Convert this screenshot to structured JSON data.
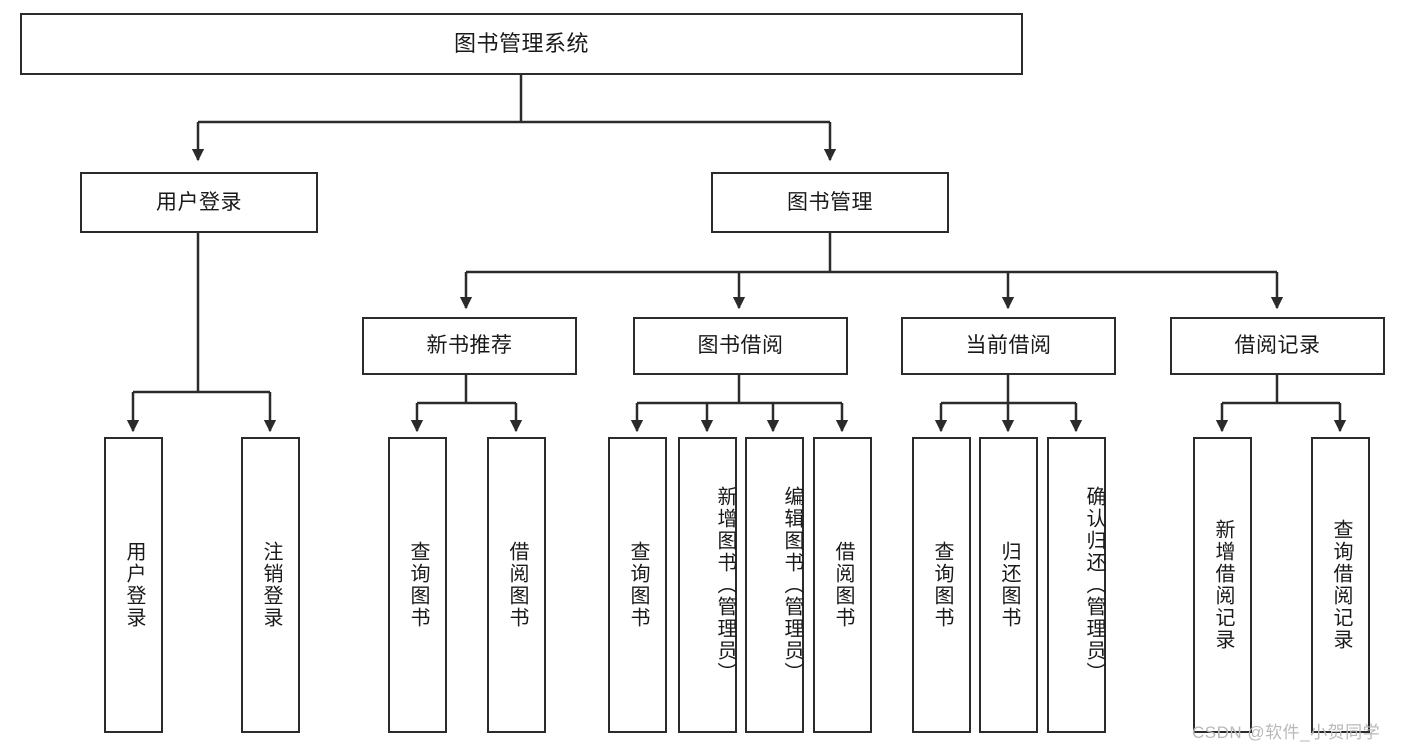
{
  "diagram": {
    "title": "图书管理系统",
    "type": "tree-hierarchy-chart",
    "background_color": "#ffffff",
    "node_border_color": "#2b2b2b",
    "node_fill_color": "#ffffff",
    "text_color": "#1a1a1a",
    "edge_color": "#2b2b2b"
  },
  "nodes": {
    "root": {
      "label": "图书管理系统"
    },
    "level2": [
      {
        "id": "user-login",
        "label": "用户登录"
      },
      {
        "id": "book-manage",
        "label": "图书管理"
      }
    ],
    "level3": [
      {
        "id": "new-book-recommend",
        "label": "新书推荐"
      },
      {
        "id": "book-borrow",
        "label": "图书借阅"
      },
      {
        "id": "current-borrow",
        "label": "当前借阅"
      },
      {
        "id": "borrow-record",
        "label": "借阅记录"
      }
    ],
    "leaves": {
      "user_login": [
        {
          "id": "leaf-user-login",
          "label": "用户登录"
        },
        {
          "id": "leaf-logout",
          "label": "注销登录"
        }
      ],
      "new_book_recommend": [
        {
          "id": "leaf-query-book-1",
          "label": "查询图书"
        },
        {
          "id": "leaf-borrow-book-1",
          "label": "借阅图书"
        }
      ],
      "book_borrow": [
        {
          "id": "leaf-query-book-2",
          "label": "查询图书"
        },
        {
          "id": "leaf-add-book-admin",
          "label": "新增图书（管理员）"
        },
        {
          "id": "leaf-edit-book-admin",
          "label": "编辑图书（管理员）"
        },
        {
          "id": "leaf-borrow-book-2",
          "label": "借阅图书"
        }
      ],
      "current_borrow": [
        {
          "id": "leaf-query-book-3",
          "label": "查询图书"
        },
        {
          "id": "leaf-return-book",
          "label": "归还图书"
        },
        {
          "id": "leaf-confirm-return-admin",
          "label": "确认归还（管理员）"
        }
      ],
      "borrow_record": [
        {
          "id": "leaf-add-borrow-record",
          "label": "新增借阅记录"
        },
        {
          "id": "leaf-query-borrow-record",
          "label": "查询借阅记录"
        }
      ]
    }
  },
  "watermark": {
    "text": "CSDN @软件_小贺同学"
  }
}
